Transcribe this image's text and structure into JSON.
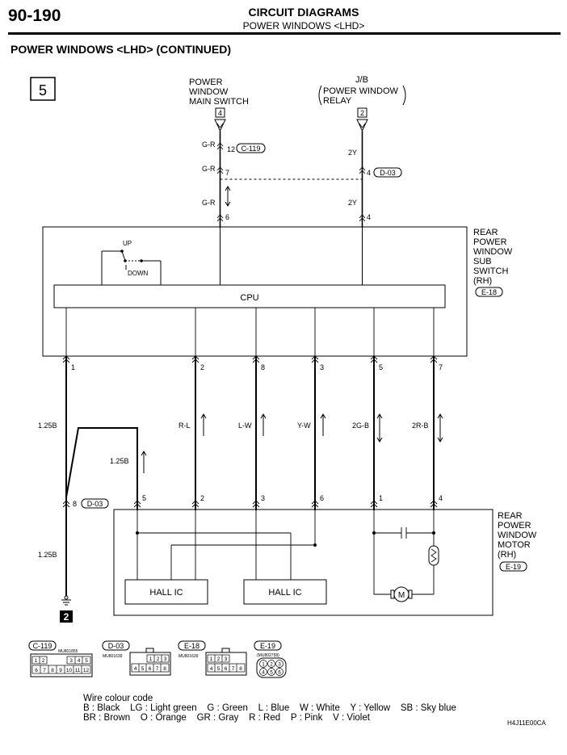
{
  "header": {
    "page_number": "90-190",
    "title": "CIRCUIT DIAGRAMS",
    "subtitle": "POWER WINDOWS <LHD>"
  },
  "section_title": "POWER WINDOWS <LHD> (CONTINUED)",
  "diagram_number": "5",
  "sources": {
    "main_switch": [
      "POWER",
      "WINDOW",
      "MAIN SWITCH"
    ],
    "main_switch_pin": "4",
    "relay_prefix": "J/B",
    "relay": [
      "POWER WINDOW",
      "RELAY"
    ],
    "relay_pin": "2"
  },
  "connectors_top": {
    "c119": "C-119",
    "d03": "D-03",
    "e18": "E-18",
    "e19": "E-19"
  },
  "top_wires": {
    "left_color_1": "G-R",
    "left_pin_1": "12",
    "left_color_2": "G-R",
    "left_pin_2": "7",
    "left_color_3": "G-R",
    "left_pin_3": "6",
    "right_color_1": "2Y",
    "right_pin_2": "4",
    "right_color_3": "2Y",
    "right_pin_3": "4"
  },
  "sub_switch": {
    "label": [
      "REAR",
      "POWER",
      "WINDOW",
      "SUB",
      "SWITCH",
      "(RH)"
    ],
    "up": "UP",
    "down": "DOWN",
    "cpu": "CPU"
  },
  "sub_switch_pins": [
    "1",
    "2",
    "8",
    "3",
    "5",
    "7"
  ],
  "mid_wires": {
    "w1": "1.25B",
    "w2": "R-L",
    "w3": "L-W",
    "w4": "Y-W",
    "w5": "2G-B",
    "w6": "2R-B",
    "jumper": "1.25B",
    "joint_pin": "8",
    "ground_wire": "1.25B"
  },
  "motor_pins": [
    "5",
    "2",
    "3",
    "6",
    "1",
    "4"
  ],
  "motor": {
    "label": [
      "REAR",
      "POWER",
      "WINDOW",
      "MOTOR",
      "(RH)"
    ],
    "hall1": "HALL IC",
    "hall2": "HALL IC"
  },
  "ground_number": "2",
  "connector_views": {
    "c119_part": "MU801855",
    "d03_part": "MU801639",
    "e18_part": "MU801639",
    "e19_part": "(MU802758)",
    "c119_row1": [
      "1",
      "2",
      "3",
      "4",
      "5"
    ],
    "c119_row2": [
      "6",
      "7",
      "8",
      "9",
      "10",
      "11",
      "12"
    ],
    "d03_row1": [
      "1",
      "2",
      "3"
    ],
    "d03_row2": [
      "4",
      "5",
      "6",
      "7",
      "8"
    ],
    "e18_row1": [
      "1",
      "2",
      "3"
    ],
    "e18_row2": [
      "4",
      "5",
      "6",
      "7",
      "8"
    ],
    "e19_row1": [
      "1",
      "2",
      "3"
    ],
    "e19_row2": [
      "4",
      "5",
      "6"
    ]
  },
  "wire_code": {
    "title": "Wire colour code",
    "line1": "B : Black    LG : Light green    G : Green    L : Blue    W : White    Y : Yellow    SB : Sky blue",
    "line2": "BR : Brown    O : Orange    GR : Gray    R : Red    P : Pink    V : Violet"
  },
  "figure_code": "H4J11E00CA"
}
